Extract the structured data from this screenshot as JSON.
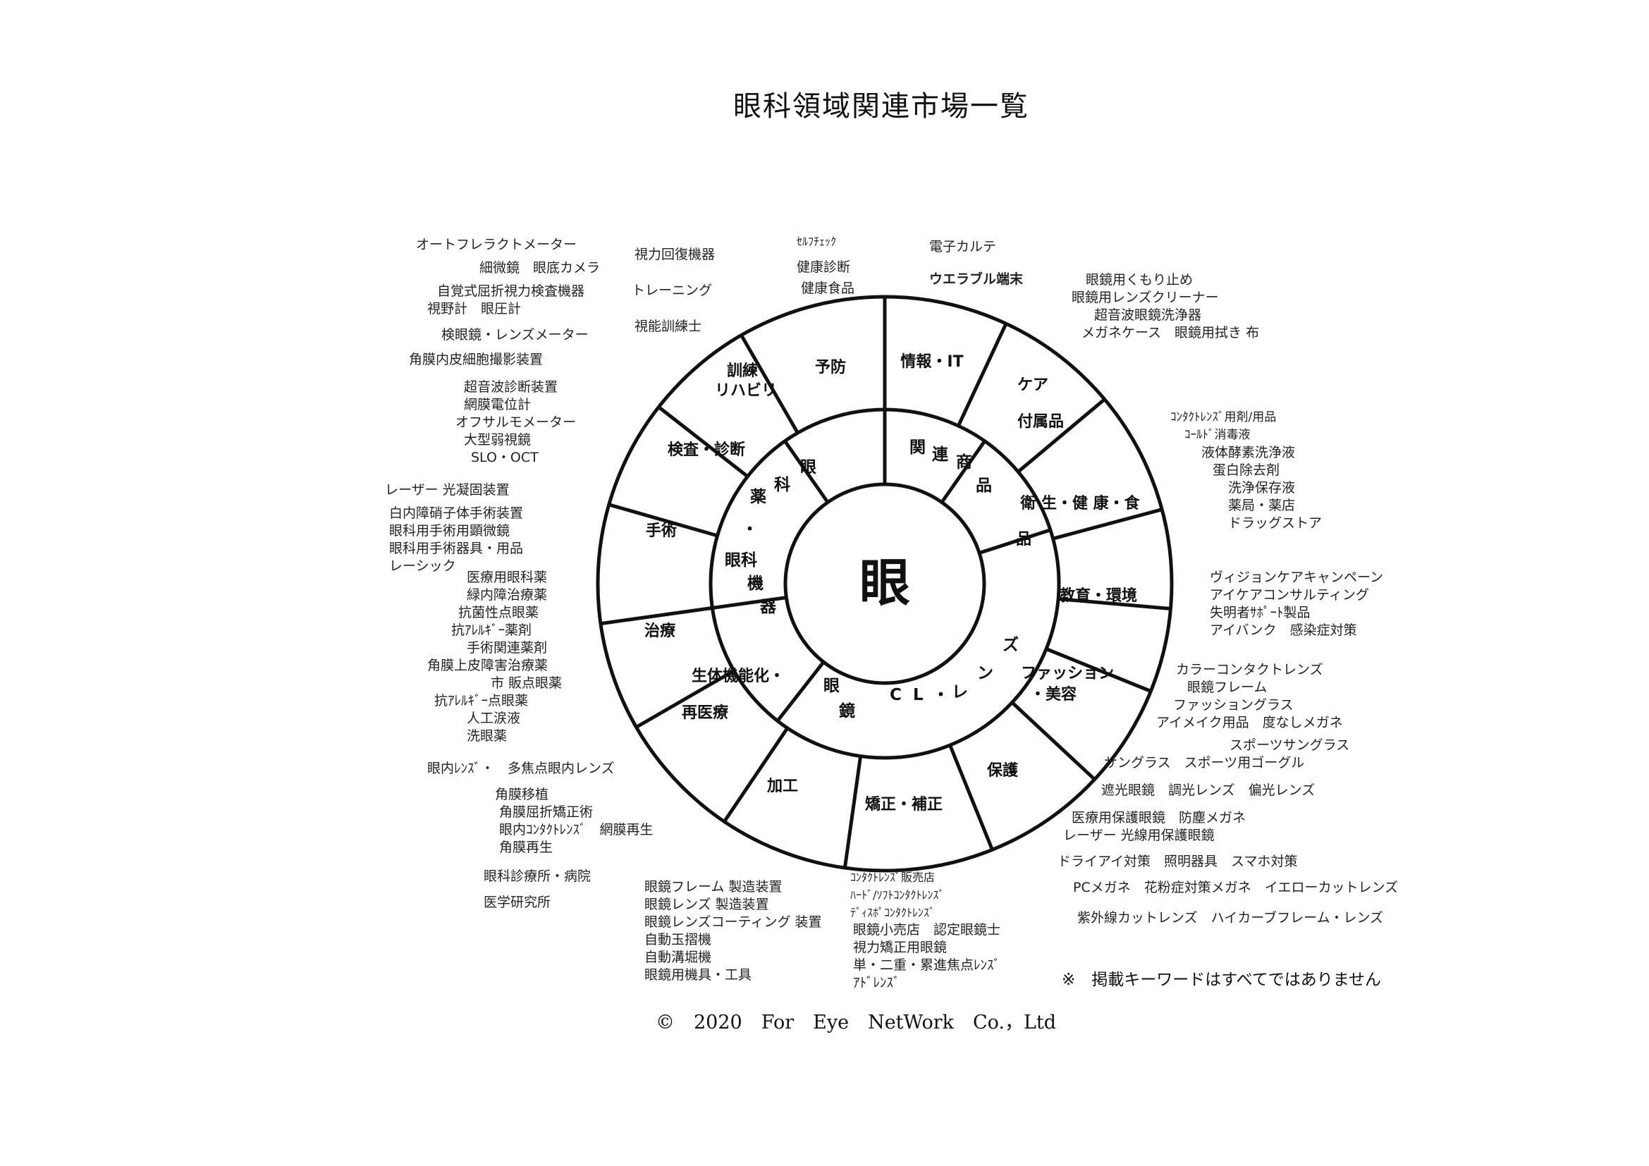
{
  "title": "眼科領域関連市場一覧",
  "center_label": "眼",
  "inner_labels": {
    "products": "関連商品",
    "drug_devices": [
      "眼",
      "科",
      "薬",
      "・",
      "眼科",
      "機",
      "器"
    ],
    "glasses": "眼鏡",
    "cl_lens": [
      "C",
      "L",
      "・",
      "レ",
      "ン",
      "ズ"
    ]
  },
  "segments": [
    "予防",
    "情報・IT",
    "ケア付属品",
    "衛生・健康・食品",
    "教育・環境",
    "ファッション・美容",
    "保護",
    "矯正・補正",
    "加工",
    "生体機能化・再医療",
    "治療",
    "手術",
    "検査・診断",
    "訓練リハビリ"
  ],
  "segment_lines": {
    "care": [
      "ケア",
      "付属品"
    ],
    "hygiene": [
      "衛 生・健 康・食",
      "品"
    ],
    "fashion": [
      "ファッション",
      "・美容"
    ],
    "bio": [
      "生体機能化・",
      "再医療"
    ],
    "training": [
      "訓練",
      "リハビリ"
    ]
  },
  "keywords": {
    "exam": [
      "オートフレラクトメーター",
      "細微鏡　眼底カメラ",
      "自覚式屈折視力検査機器",
      "視野計　眼圧計",
      "検眼鏡・レンズメーター",
      "角膜内皮細胞撮影装置",
      "超音波診断装置",
      "網膜電位計",
      "オフサルモメーター",
      "大型弱視鏡",
      "SLO・OCT"
    ],
    "surgery": [
      "レーザー 光凝固装置",
      "白内障硝子体手術装置",
      "眼科用手術用顕微鏡",
      "眼科用手術器具・用品",
      "レーシック"
    ],
    "treatment": [
      "医療用眼科薬",
      "緑内障治療薬",
      "抗菌性点眼薬",
      "抗ｱﾚﾙｷﾞｰ薬剤",
      "手術関連薬剤",
      "角膜上皮障害治療薬",
      "市 販点眼薬",
      "抗ｱﾚﾙｷﾞｰ点眼薬",
      "人工涙液",
      "洗眼薬"
    ],
    "regenerative": [
      "眼内ﾚﾝｽﾞ・　多焦点眼内レンズ",
      "角膜移植",
      "角膜屈折矯正術",
      "眼内ｺﾝﾀｸﾄﾚﾝｽﾞ　網膜再生",
      "角膜再生"
    ],
    "facilities": [
      "眼科診療所・病院",
      "医学研究所"
    ],
    "training": [
      "視力回復機器",
      "トレーニング",
      "視能訓練士"
    ],
    "prevention": [
      "ｾﾙﾌﾁｪｯｸ",
      "健康診断",
      "健康食品"
    ],
    "it": [
      "電子カルテ",
      "ウエラブル端末"
    ],
    "care": [
      "眼鏡用くもり止め",
      "眼鏡用レンズクリーナー",
      "超音波眼鏡洗浄器",
      "メガネケース　眼鏡用拭き 布"
    ],
    "hygiene": [
      "ｺﾝﾀｸﾄﾚﾝｽﾞ用剤/用品",
      "ｺｰﾙﾄﾞ消毒液",
      "液体酵素洗浄液",
      "蛋白除去剤",
      "洗浄保存液",
      "薬局・薬店",
      "ドラッグストア"
    ],
    "education": [
      "ヴィジョンケアキャンペーン",
      "アイケアコンサルティング",
      "失明者ｻﾎﾟｰﾄ製品",
      "アイバンク　感染症対策"
    ],
    "fashion": [
      "カラーコンタクトレンズ",
      "眼鏡フレーム",
      "ファッショングラス",
      "アイメイク用品　度なしメガネ"
    ],
    "protection": [
      "スポーツサングラス",
      "サングラス　スポーツ用ゴーグル",
      "遮光眼鏡　調光レンズ　偏光レンズ",
      "医療用保護眼鏡　防塵メガネ",
      "レーザー 光線用保護眼鏡",
      "ドライアイ対策　照明器具　スマホ対策",
      "PCメガネ　花粉症対策メガネ　イエローカットレンズ",
      "紫外線カットレンズ　ハイカーブフレーム・レンズ"
    ],
    "processing": [
      "眼鏡フレーム 製造装置",
      "眼鏡レンズ 製造装置",
      "眼鏡レンズコーティング 装置",
      "自動玉摺機",
      "自動溝堀機",
      "眼鏡用機具・工具"
    ],
    "correction": [
      "ｺﾝﾀｸﾄﾚﾝｽﾞ販売店",
      "ﾊｰﾄﾞ/ｿﾌﾄｺﾝﾀｸﾄﾚﾝｽﾞ",
      "ﾃﾞｨｽﾎﾟｺﾝﾀｸﾄﾚﾝｽﾞ",
      "眼鏡小売店　認定眼鏡士",
      "視力矯正用眼鏡",
      "単・二重・累進焦点ﾚﾝｽﾞ",
      "ｱﾄﾞﾚﾝｽﾞ"
    ]
  },
  "note": "※　掲載キーワードはすべてではありません",
  "copyright": "©　2020　For　Eye　NetWork　Co.，Ltd"
}
